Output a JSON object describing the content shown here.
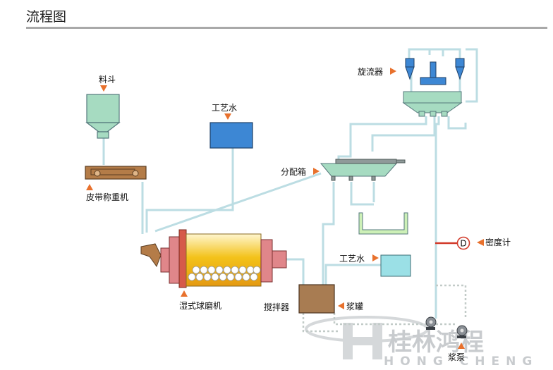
{
  "header": {
    "title": "流程图"
  },
  "labels": {
    "hopper": "料斗",
    "belt_scale": "皮带称重机",
    "process_water_top": "工艺水",
    "process_water_bottom": "工艺水",
    "cyclone": "旋流器",
    "distribution_box": "分配箱",
    "density_meter": "密度计",
    "density_symbol": "D",
    "ball_mill": "湿式球磨机",
    "agitator": "搅拌器",
    "slurry_tank": "浆罐",
    "slurry_pump": "浆泵"
  },
  "watermark": {
    "cn": "桂林鸿程",
    "en": "HONG CHENG"
  },
  "colors": {
    "pipe": "#bcdde3",
    "hopper": "#a6dbc1",
    "water_blue": "#3d87d4",
    "water_cyan": "#9be0e6",
    "arrow": "#e8712d",
    "tank_brown": "#a87c52",
    "belt_brown": "#b47c48",
    "mill_gear": "#d65a4a",
    "density_line": "#d23a2a"
  }
}
